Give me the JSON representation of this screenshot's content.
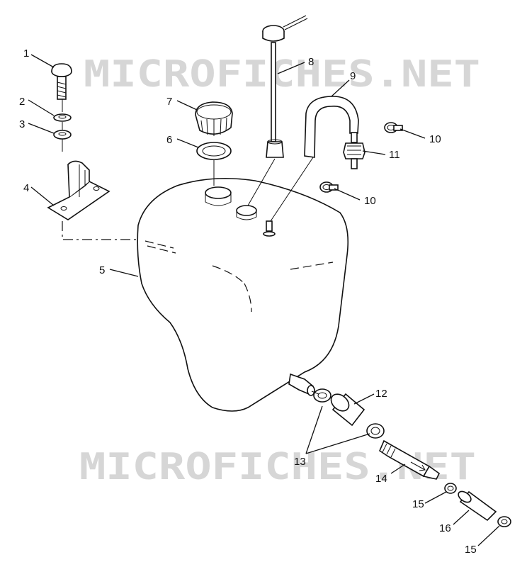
{
  "watermark": {
    "text": "MICROFICHES.NET",
    "color": "#d6d6d6"
  },
  "callouts": [
    {
      "id": "c1",
      "label": "1"
    },
    {
      "id": "c2",
      "label": "2"
    },
    {
      "id": "c3",
      "label": "3"
    },
    {
      "id": "c4",
      "label": "4"
    },
    {
      "id": "c5",
      "label": "5"
    },
    {
      "id": "c6",
      "label": "6"
    },
    {
      "id": "c7",
      "label": "7"
    },
    {
      "id": "c8",
      "label": "8"
    },
    {
      "id": "c9",
      "label": "9"
    },
    {
      "id": "c10a",
      "label": "10"
    },
    {
      "id": "c10b",
      "label": "10"
    },
    {
      "id": "c11",
      "label": "11"
    },
    {
      "id": "c12",
      "label": "12"
    },
    {
      "id": "c13",
      "label": "13"
    },
    {
      "id": "c14",
      "label": "14"
    },
    {
      "id": "c15a",
      "label": "15"
    },
    {
      "id": "c16",
      "label": "16"
    },
    {
      "id": "c15b",
      "label": "15"
    }
  ]
}
